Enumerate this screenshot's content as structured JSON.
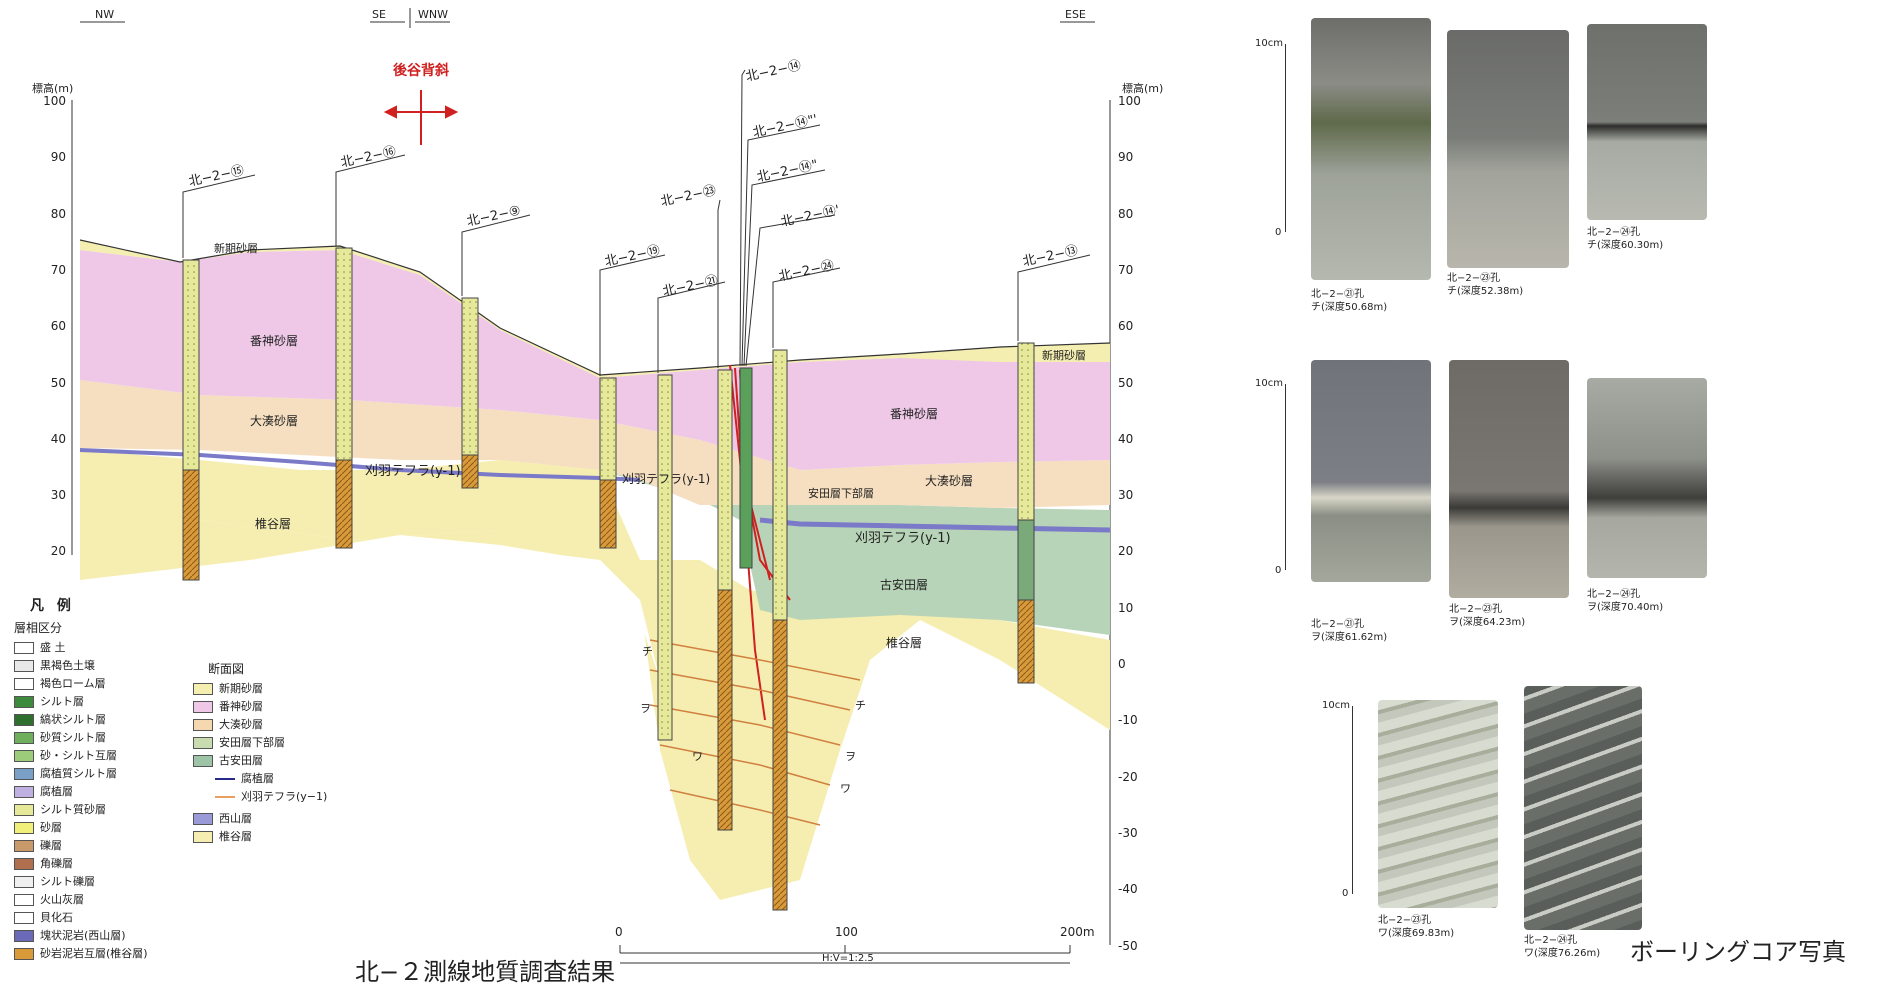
{
  "section": {
    "directions": {
      "nw": "NW",
      "se": "SE",
      "wnw": "WNW",
      "ese": "ESE"
    },
    "anticline_label": "後谷背斜",
    "elev_label_left": "標高(m)",
    "elev_label_right": "標高(m)",
    "elev_ticks_left": [
      "100",
      "90",
      "80",
      "70",
      "60",
      "50",
      "40",
      "30",
      "20"
    ],
    "elev_ticks_right": [
      "100",
      "90",
      "80",
      "70",
      "60",
      "50",
      "40",
      "30",
      "20",
      "10",
      "0",
      "-10",
      "-20",
      "-30",
      "-40",
      "-50"
    ],
    "boreholes": [
      "北−2−⑮",
      "北−2−⑯",
      "北−2−⑨",
      "北−2−⑲",
      "北−2−㉓",
      "北−2−㉑",
      "北−2−⑭",
      "北−2−⑭\"'",
      "北−2−⑭\"",
      "北−2−⑭'",
      "北−2−㉔",
      "北−2−⑬"
    ],
    "layer_labels": {
      "shinki_left": "新期砂層",
      "banjin_left": "番神砂層",
      "ominato_left": "大湊砂層",
      "karuba_left": "刈羽テフラ(y-1)",
      "shiiya_left": "椎谷層",
      "karuba_mid": "刈羽テフラ(y-1)",
      "yasuda_lower": "安田層下部層",
      "banjin_right": "番神砂層",
      "ominato_right": "大湊砂層",
      "karuba_right": "刈羽テフラ(y-1)",
      "koyasuda": "古安田層",
      "shiiya_right": "椎谷層",
      "shinki_right": "新期砂層"
    },
    "marker_labels": [
      "チ",
      "ヲ",
      "ワ",
      "チ",
      "ヲ",
      "ワ"
    ],
    "distance_ticks": [
      "0",
      "100",
      "200m"
    ],
    "ratio": "H:V=1:2.5",
    "title": "北−２測線地質調査結果"
  },
  "legend": {
    "title": "凡 例",
    "facies_title": "層相区分",
    "facies": [
      {
        "label": "盛 土",
        "color": "#ffffff"
      },
      {
        "label": "黒褐色土壌",
        "color": "#e8e8e8"
      },
      {
        "label": "褐色ローム層",
        "color": "#ffffff"
      },
      {
        "label": "シルト層",
        "color": "#3c8a3c"
      },
      {
        "label": "縞状シルト層",
        "color": "#2f6e2f"
      },
      {
        "label": "砂質シルト層",
        "color": "#6fae5a"
      },
      {
        "label": "砂・シルト互層",
        "color": "#9ccc7a"
      },
      {
        "label": "腐植質シルト層",
        "color": "#7aa0c8"
      },
      {
        "label": "腐植層",
        "color": "#c0b0e0"
      },
      {
        "label": "シルト質砂層",
        "color": "#e6e89a"
      },
      {
        "label": "砂層",
        "color": "#f0f07a"
      },
      {
        "label": "礫層",
        "color": "#c89a6a"
      },
      {
        "label": "角礫層",
        "color": "#b07050"
      },
      {
        "label": "シルト礫層",
        "color": "#f0f0f0"
      },
      {
        "label": "火山灰層",
        "color": "#ffffff"
      },
      {
        "label": "貝化石",
        "color": "#ffffff"
      },
      {
        "label": "塊状泥岩(西山層)",
        "color": "#6a6ab8"
      },
      {
        "label": "砂岩泥岩互層(椎谷層)",
        "color": "#d99a3a"
      }
    ],
    "section_title": "断面図",
    "section_items": [
      {
        "label": "新期砂層",
        "color": "#f4eeb0"
      },
      {
        "label": "番神砂層",
        "color": "#efc8e8"
      },
      {
        "label": "大湊砂層",
        "color": "#f6d8b0"
      },
      {
        "label": "安田層下部層",
        "color": "#c8dcb0"
      },
      {
        "label": "古安田層",
        "color": "#9ec4a8"
      }
    ],
    "line_items": [
      {
        "label": "腐植層",
        "color": "#2a2a8a"
      },
      {
        "label": "刈羽テフラ(y−1)",
        "color": "#e8a060"
      }
    ],
    "rock_items": [
      {
        "label": "西山層",
        "color": "#9a9ad8"
      },
      {
        "label": "椎谷層",
        "color": "#f6eeb0"
      }
    ]
  },
  "photos": {
    "title": "ボーリングコア写真",
    "scale_top": "10cm",
    "scale_bottom": "0",
    "cores": [
      {
        "hole": "北−2−㉑孔",
        "sample": "チ(深度50.68m)"
      },
      {
        "hole": "北−2−㉓孔",
        "sample": "チ(深度52.38m)"
      },
      {
        "hole": "北−2−㉔孔",
        "sample": "チ(深度60.30m)"
      },
      {
        "hole": "北−2−㉑孔",
        "sample": "ヲ(深度61.62m)"
      },
      {
        "hole": "北−2−㉓孔",
        "sample": "ヲ(深度64.23m)"
      },
      {
        "hole": "北−2−㉔孔",
        "sample": "ヲ(深度70.40m)"
      },
      {
        "hole": "北−2−㉓孔",
        "sample": "ワ(深度69.83m)"
      },
      {
        "hole": "北−2−㉔孔",
        "sample": "ワ(深度76.26m)"
      }
    ]
  }
}
